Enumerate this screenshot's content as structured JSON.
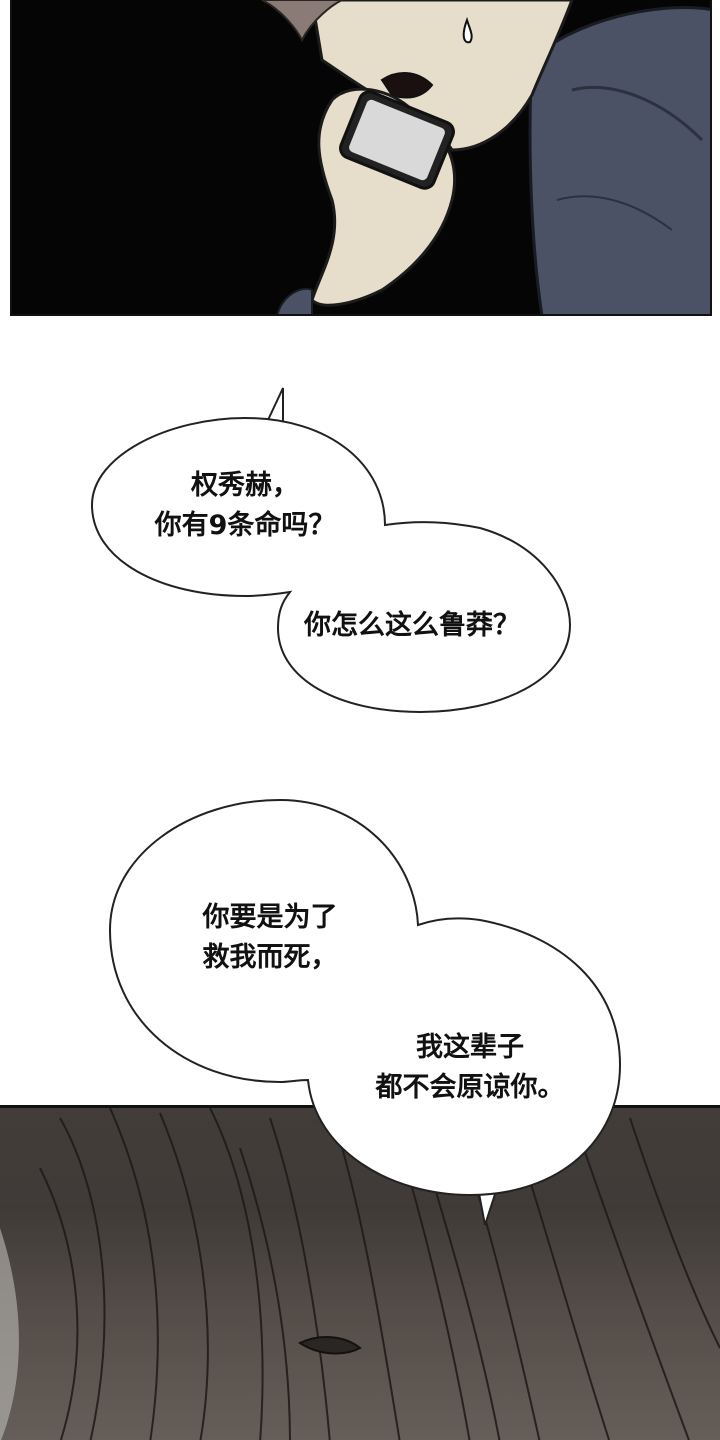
{
  "bubbles": [
    {
      "id": "bubble-1",
      "lines": [
        "权秀赫，",
        "你有9条命吗？"
      ]
    },
    {
      "id": "bubble-2",
      "lines": [
        "你怎么这么鲁莽？"
      ]
    },
    {
      "id": "bubble-3",
      "lines": [
        "你要是为了",
        "救我而死，"
      ]
    },
    {
      "id": "bubble-4",
      "lines": [
        "我这辈子",
        "都不会原谅你。"
      ]
    }
  ],
  "colors": {
    "panel_dark": "#050505",
    "skin": "#e7ddcb",
    "hoodie": "#4b5266",
    "hair": "#8a7b76",
    "bubble_fill": "#ffffff",
    "bubble_stroke": "#222222",
    "text": "#111111"
  }
}
